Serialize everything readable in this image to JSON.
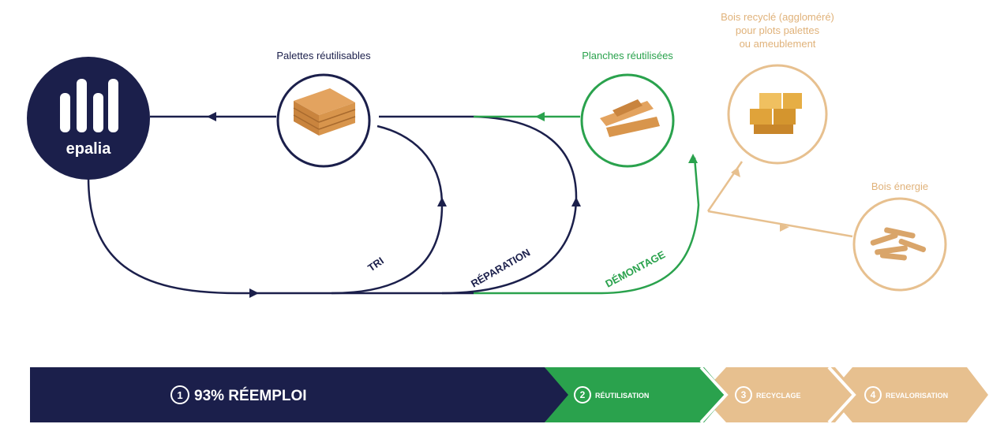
{
  "colors": {
    "navy": "#1b1f4b",
    "green": "#2aa24d",
    "tan": "#e7c08f",
    "tan_text": "#e0b27a"
  },
  "logo": {
    "text": "epalia",
    "icon": "epalia-logo-icon"
  },
  "nodes": {
    "palettes": {
      "label": "Palettes réutilisables",
      "icon": "pallet-stack-icon"
    },
    "planches": {
      "label": "Planches réutilisées",
      "icon": "wooden-planks-icon"
    },
    "bois_recycle": {
      "label_line1": "Bois recyclé (aggloméré)",
      "label_line2": "pour plots palettes",
      "label_line3": "ou ameublement",
      "icon": "wood-blocks-icon"
    },
    "bois_energie": {
      "label": "Bois énergie",
      "icon": "wood-pellets-icon"
    }
  },
  "flows": {
    "tri": "TRI",
    "reparation": "RÉPARATION",
    "demontage": "DÉMONTAGE"
  },
  "bottom_bar": {
    "step1": {
      "number": "1",
      "label": "93% RÉEMPLOI"
    },
    "step2": {
      "number": "2",
      "label": "RÉUTILISATION"
    },
    "step3": {
      "number": "3",
      "label": "RECYCLAGE"
    },
    "step4": {
      "number": "4",
      "label": "REVALORISATION"
    }
  }
}
